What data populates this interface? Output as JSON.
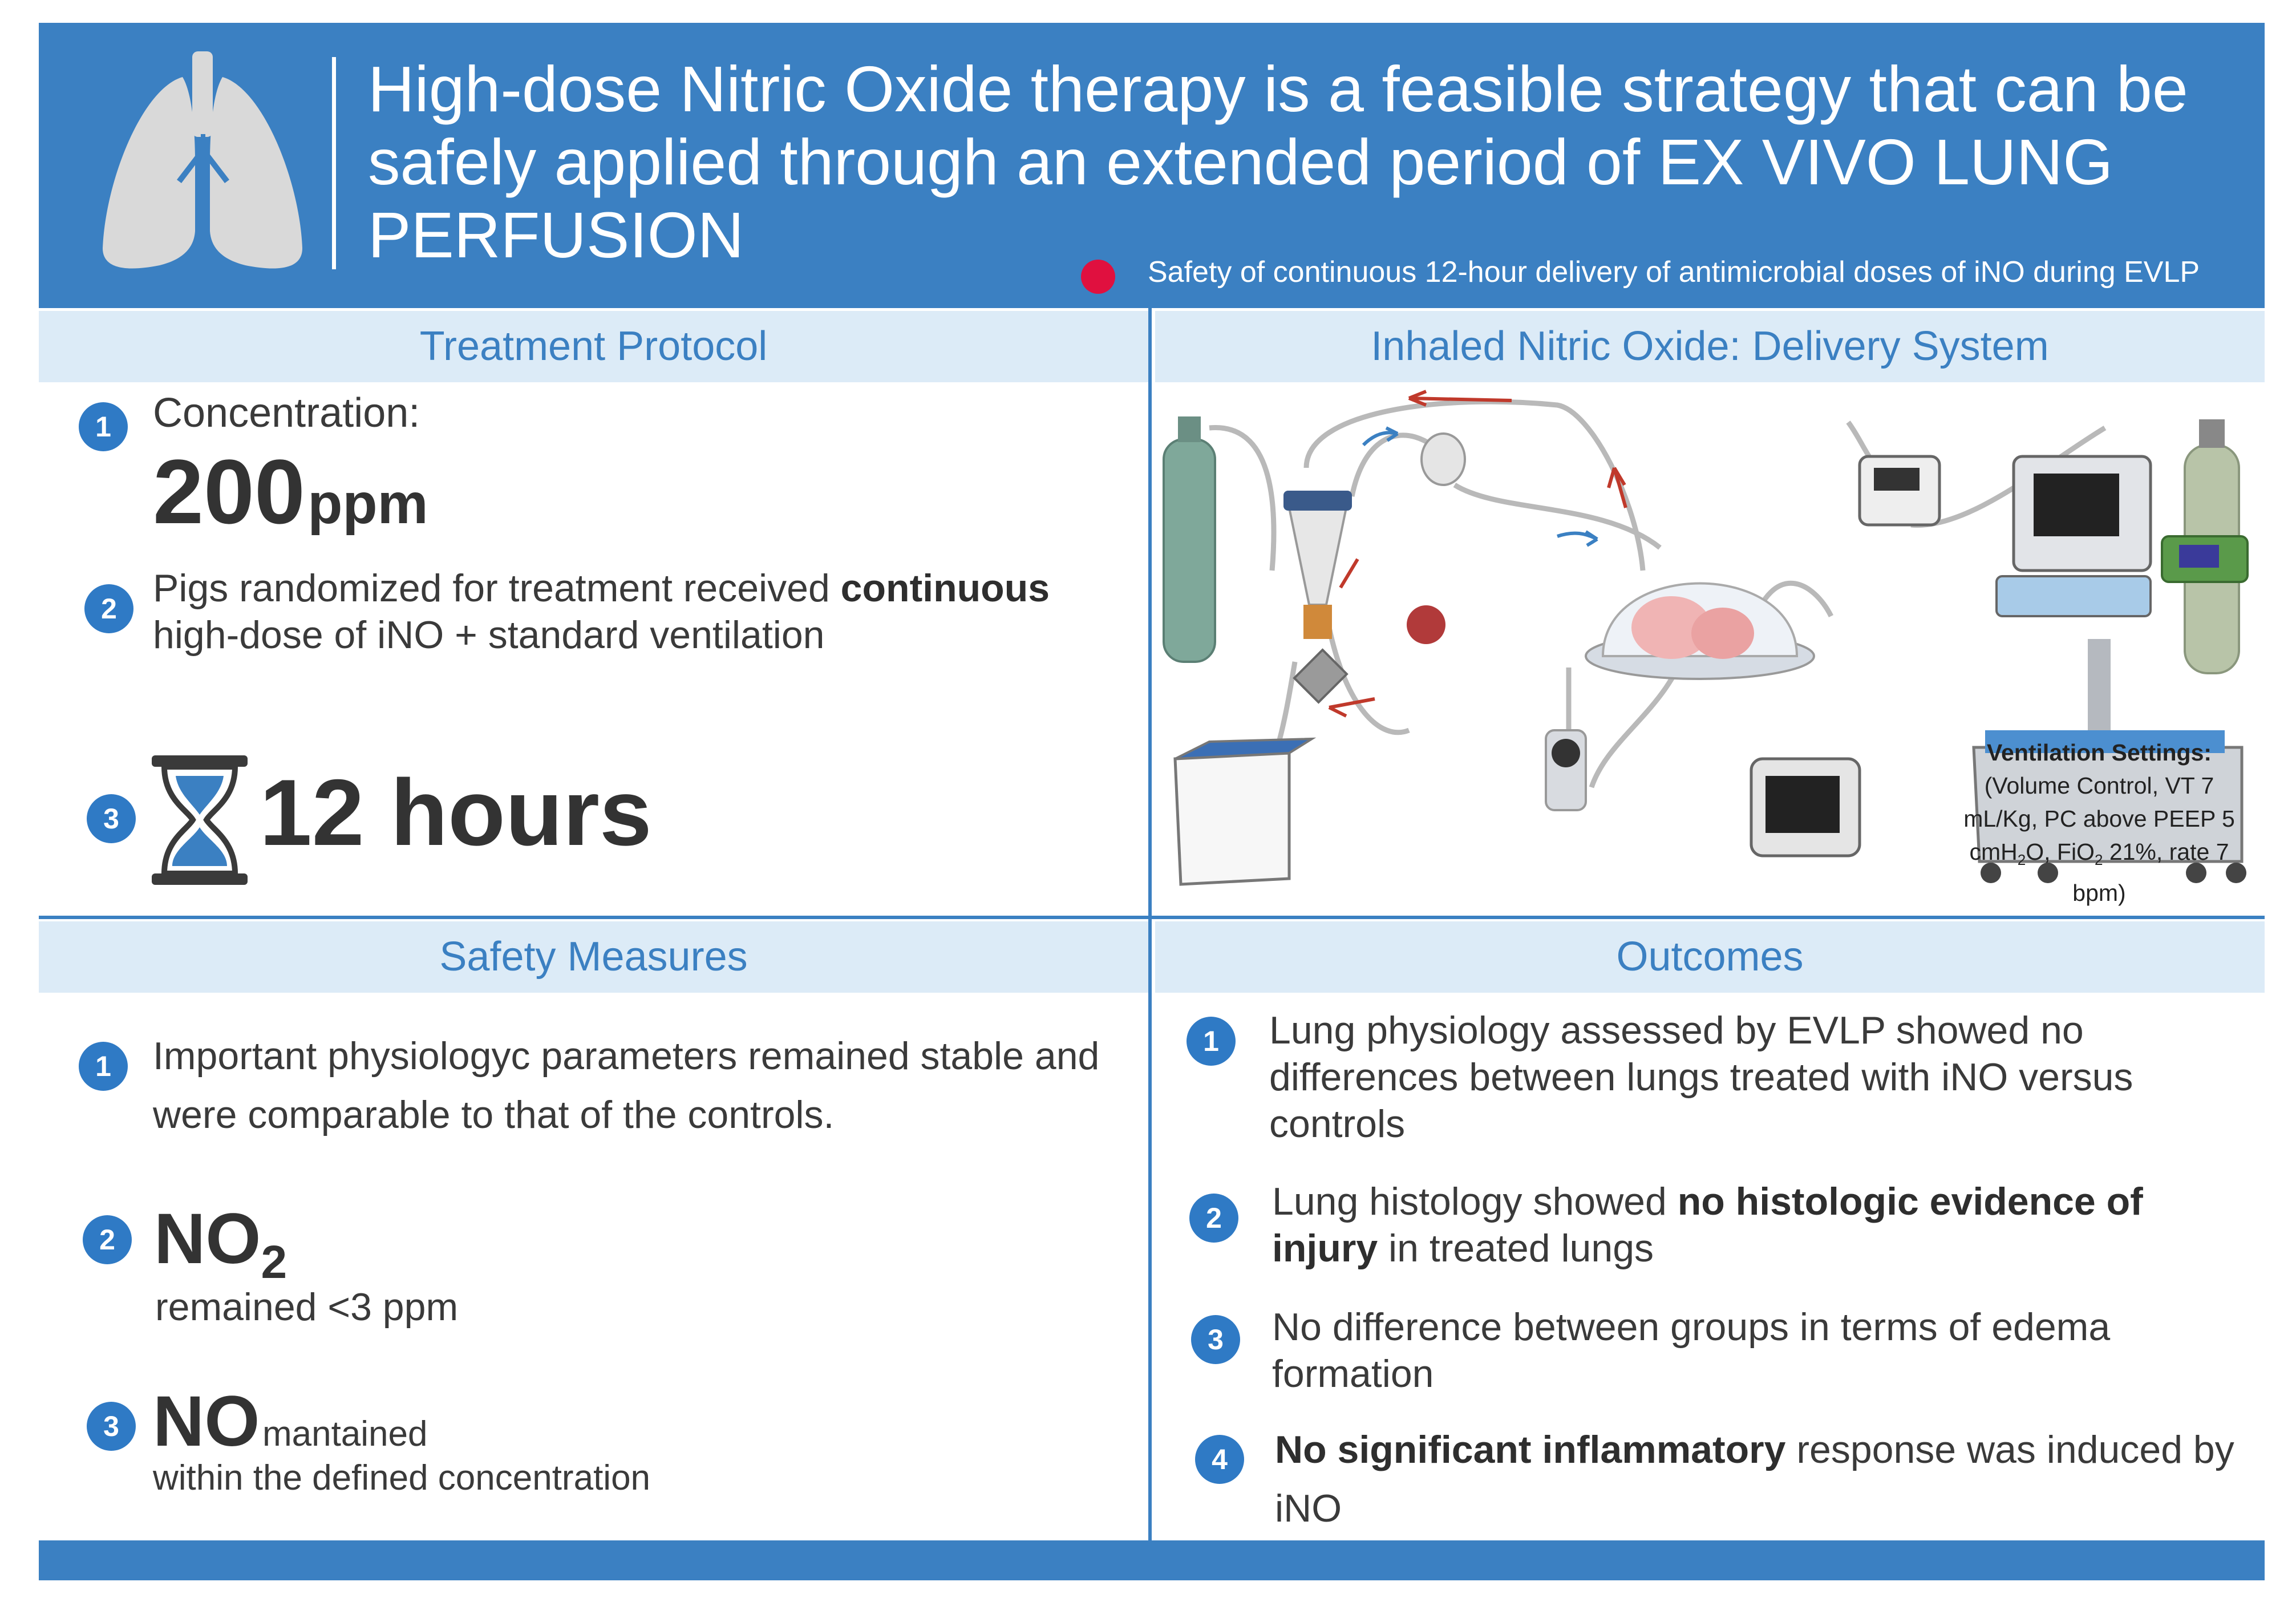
{
  "header": {
    "title": "High-dose Nitric Oxide therapy is a feasible strategy that can be safely applied through an extended period of EX VIVO LUNG PERFUSION",
    "safety_note": "Safety of continuous 12-hour delivery of antimicrobial doses of iNO during EVLP"
  },
  "treatment": {
    "heading": "Treatment Protocol",
    "items": [
      {
        "num": "1",
        "label": "Concentration:",
        "value": "200",
        "unit": "ppm"
      },
      {
        "num": "2",
        "text_pre": "Pigs randomized for treatment received ",
        "text_bold": "continuous",
        "text_post": " high-dose of iNO + standard ventilation"
      },
      {
        "num": "3",
        "value": "12 hours"
      }
    ]
  },
  "delivery": {
    "heading": "Inhaled Nitric Oxide: Delivery System",
    "vent_title": "Ventilation Settings:",
    "vent_line1": "(Volume Control, VT 7",
    "vent_line2": "mL/Kg, PC above PEEP 5",
    "vent_line3_a": "cmH",
    "vent_line3_sub": "2",
    "vent_line3_b": "O, FiO",
    "vent_line3_sub2": "2",
    "vent_line3_c": " 21%, rate 7",
    "vent_line4": "bpm)"
  },
  "safety": {
    "heading": "Safety Measures",
    "items": [
      {
        "num": "1",
        "text": "Important physiologyc parameters remained stable and were comparable to that of the controls."
      },
      {
        "num": "2",
        "big": "NO",
        "sub": "2",
        "text": "remained <3 ppm"
      },
      {
        "num": "3",
        "big": "NO",
        "small": "mantained",
        "text": "within the defined concentration"
      }
    ]
  },
  "outcomes": {
    "heading": "Outcomes",
    "items": [
      {
        "num": "1",
        "text": "Lung physiology assessed by EVLP showed no differences between lungs treated with iNO versus controls"
      },
      {
        "num": "2",
        "text_pre": "Lung histology showed ",
        "text_bold": "no histologic evidence of injury",
        "text_post": " in treated lungs"
      },
      {
        "num": "3",
        "text": "No difference between groups in terms of edema formation"
      },
      {
        "num": "4",
        "text_bold": "No significant inflammatory",
        "text_post": " response was induced by iNO"
      }
    ]
  },
  "colors": {
    "primary": "#3b80c2",
    "light": "#dcebf7",
    "accent": "#e0103f"
  }
}
